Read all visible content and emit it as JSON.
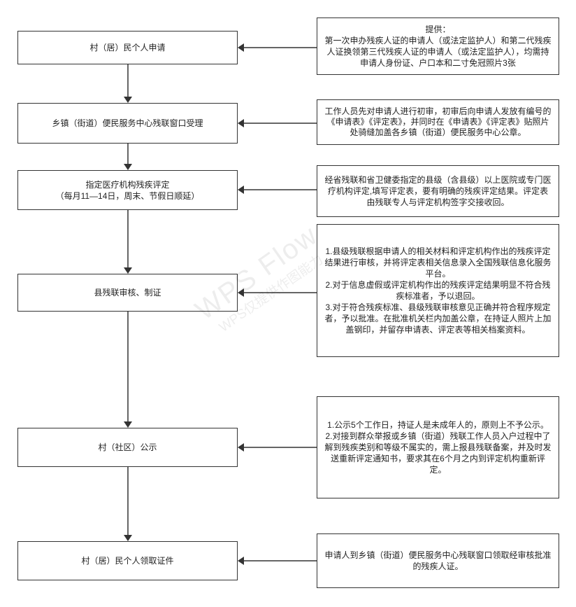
{
  "flow": {
    "steps": [
      {
        "label": "村（居）民个人申请"
      },
      {
        "label": "乡镇（街道）便民服务中心残联窗口受理"
      },
      {
        "line1": "指定医疗机构残疾评定",
        "line2": "（每月11—14日，周末、节假日顺延）"
      },
      {
        "label": "县残联审核、制证"
      },
      {
        "label": "村（社区）公示"
      },
      {
        "label": "村（居）民个人领取证件"
      }
    ],
    "notes": [
      {
        "heading": "提供：",
        "paragraphs": [
          "第一次申办残疾人证的申请人（或法定监护人）和第二代残疾人证换领第三代残疾人证的申请人（或法定监护人），均需持申请人身份证、户口本和二寸免冠照片3张"
        ]
      },
      {
        "paragraphs": [
          "工作人员先对申请人进行初审，初审后向申请人发放有编号的《申请表》《评定表》，并同时在《申请表》《评定表》贴照片处骑缝加盖各乡镇（街道）便民服务中心公章。"
        ]
      },
      {
        "paragraphs": [
          "经省残联和省卫健委指定的县级（含县级）以上医院或专门医疗机构评定,填写评定表，要有明确的残疾评定结果。评定表由残联专人与评定机构签字交接收回。"
        ]
      },
      {
        "paragraphs": [
          "1.县级残联根据申请人的相关材料和评定机构作出的残疾评定结果进行审核，并将评定表相关信息录入全国残联信息化服务平台。",
          "2.对于信息虚假或评定机构作出的残疾评定结果明显不符合残疾标准者，予以退回。",
          "3.对于符合残疾标准、县级残联审核意见正确并符合程序规定者，予以批准。在批准机关栏内加盖公章，在持证人照片上加盖钢印，并留存申请表、评定表等相关档案资料。"
        ]
      },
      {
        "paragraphs": [
          "1.公示5个工作日，持证人是未成年人的，原则上不予公示。",
          "2.对接到群众举报或乡镇（街道）残联工作人员入户过程中了解到残疾类别和等级不属实的，需上报县残联备案，并及时发送重新评定通知书，要求其在6个月之内到评定机构重新评定。"
        ]
      },
      {
        "paragraphs": [
          "申请人到乡镇（街道）便民服务中心残联窗口领取经审核批准的残疾人证。"
        ]
      }
    ]
  },
  "watermark": {
    "title": "WPS Flow",
    "subtitle": "WPS仅提供作图能力"
  },
  "colors": {
    "border": "#333333",
    "text": "#222222",
    "background": "#ffffff"
  }
}
